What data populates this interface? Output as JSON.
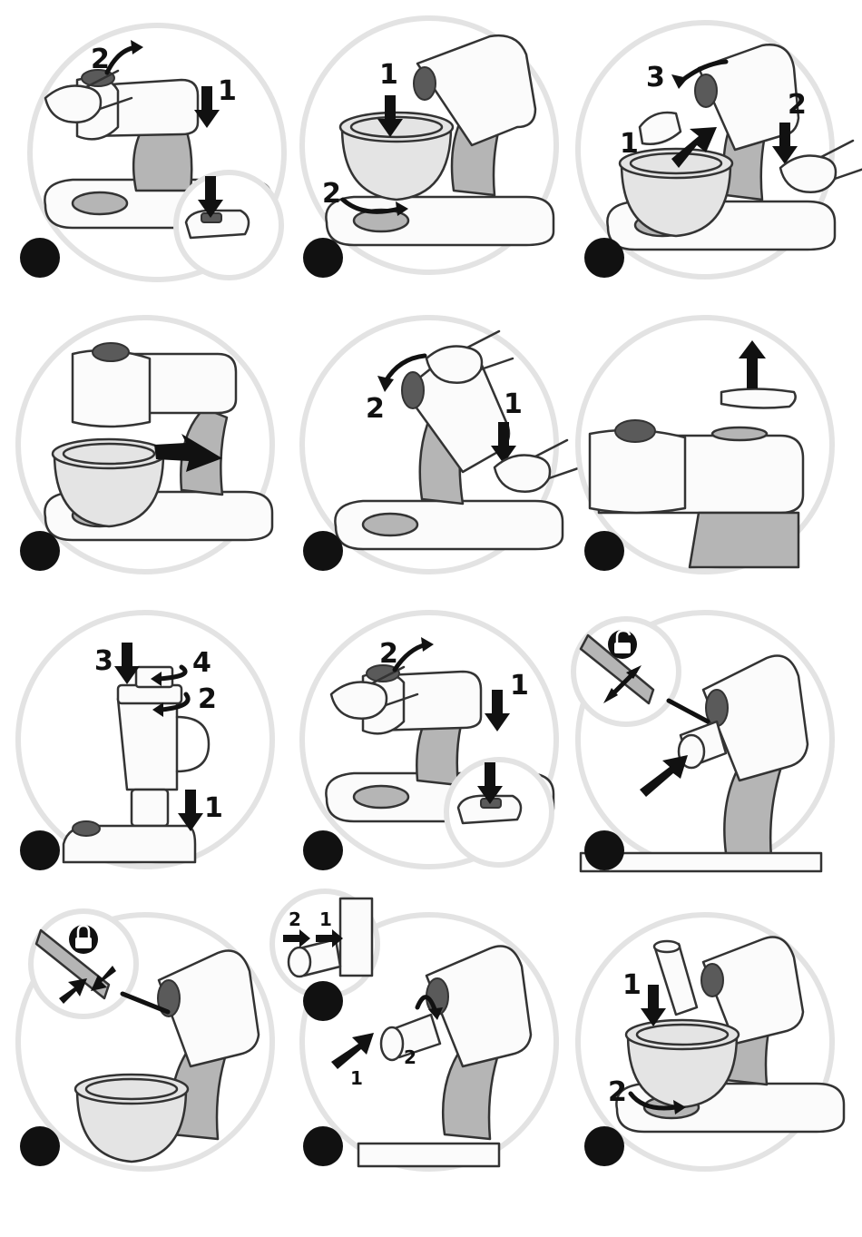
{
  "colors": {
    "background": "#ffffff",
    "badge": "#111111",
    "ring": "#e3e3e3",
    "accent_gray": "#b5b5b5"
  },
  "panels": [
    {
      "id": 1,
      "labels": [
        "2",
        "1"
      ]
    },
    {
      "id": 2,
      "labels": [
        "1",
        "2"
      ]
    },
    {
      "id": 3,
      "labels": [
        "3",
        "2",
        "1"
      ]
    },
    {
      "id": 4,
      "labels": []
    },
    {
      "id": 5,
      "labels": [
        "2",
        "1"
      ]
    },
    {
      "id": 6,
      "labels": []
    },
    {
      "id": 7,
      "labels": [
        "3",
        "4",
        "2",
        "1"
      ]
    },
    {
      "id": 8,
      "labels": [
        "2",
        "1"
      ]
    },
    {
      "id": 9,
      "labels": [],
      "icon": "unlock-icon"
    },
    {
      "id": 10,
      "labels": [],
      "icon": "lock-icon"
    },
    {
      "id": 11,
      "labels": [
        "2",
        "1",
        "1",
        "2"
      ]
    },
    {
      "id": 12,
      "labels": [
        "1",
        "2"
      ]
    }
  ]
}
